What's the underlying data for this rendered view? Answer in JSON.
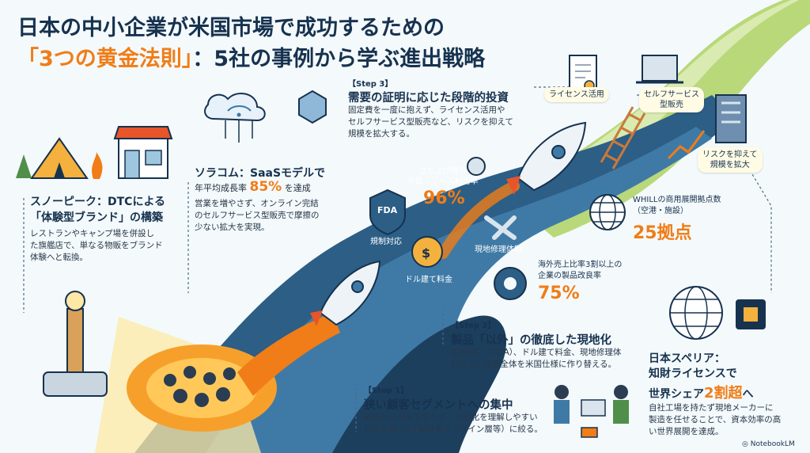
{
  "title": {
    "line1": "日本の中小企業が米国市場で成功するための",
    "line2_accent": "「3つの黄金法則」",
    "line2_rest": "：5社の事例から学ぶ進出戦略"
  },
  "snowpeak": {
    "heading_line1": "スノーピーク：DTCによる",
    "heading_line2": "「体験型ブランド」の構築",
    "body": [
      "レストランやキャンプ場を併設し",
      "た旗艦店で、単なる物販をブランド",
      "体験へと転換。"
    ]
  },
  "soracom": {
    "heading": "ソラコム：SaaSモデルで",
    "growth_prefix": "年平均成長率",
    "growth_value": "85%",
    "growth_suffix": "を達成",
    "body": [
      "営業を増やさず、オンライン完結",
      "のセルフサービス型販売で摩擦の",
      "少ない拡大を実現。"
    ]
  },
  "step3": {
    "label": "【Step 3】",
    "title": "需要の証明に応じた段階的投資",
    "body": [
      "固定費を一度に抱えず、ライセンス活用や",
      "セルフサービス型販売など、リスクを抑えて",
      "規模を拡大する。"
    ]
  },
  "step2": {
    "label": "【Step 2】",
    "title": "製品「以外」の徹底した現地化",
    "body": [
      "規制対応（FDA）、ドル建て料金、現地修理体",
      "制など、体験全体を米国仕様に作り替える。"
    ]
  },
  "step1": {
    "label": "【Step 1】",
    "title": "狭い顧客セグメントへの集中",
    "body": [
      "最初から全米を狙わず、差別化を理解しやすい",
      "特定の層（IoT開発者やデザイン層等）に絞る。"
    ]
  },
  "stats": {
    "outsource_label": [
      "立ち上げ時の",
      "外部リソース利用率"
    ],
    "outsource_value": "96%",
    "whill_label": [
      "WHILLの商用展開拠点数",
      "（空港・施設）"
    ],
    "whill_value": "25拠点",
    "improve_label": [
      "海外売上比率3割以上の",
      "企業の製品改良率"
    ],
    "improve_value": "75%"
  },
  "tags": {
    "license": "ライセンス活用",
    "selfservice": [
      "セルフサービス",
      "型販売"
    ],
    "risk": [
      "リスクを抑えて",
      "規模を拡大"
    ],
    "fda_badge": "FDA",
    "regulation": "規制対応",
    "dollar": "ドル建て料金",
    "repair": "現地修理体制"
  },
  "superior": {
    "heading_line1": "日本スペリア：",
    "heading_line2": "知財ライセンスで",
    "heading_line3_pre": "世界シェア",
    "heading_line3_accent": "2割超",
    "heading_line3_post": "へ",
    "body": [
      "自社工場を持たず現地メーカーに",
      "製造を任せることで、資本効率の高",
      "い世界展開を達成。"
    ]
  },
  "footer": {
    "brand": "NotebookLM"
  },
  "colors": {
    "accent": "#f07d17",
    "navy": "#16324f",
    "river": "#2c5e86",
    "green": "#7fb84a"
  }
}
